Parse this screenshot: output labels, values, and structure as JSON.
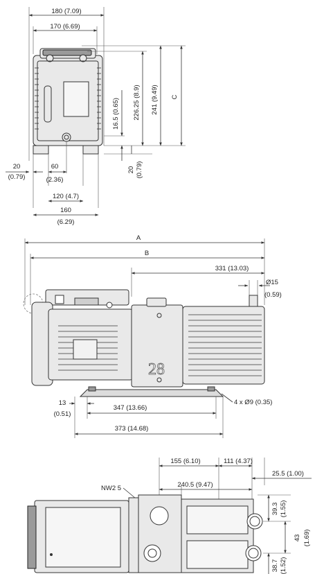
{
  "front_view": {
    "dim_180": "180 (7.09)",
    "dim_170": "170 (6.69)",
    "dim_C": "C",
    "dim_241": "241 (9.49)",
    "dim_226": "226.25 (8.9)",
    "dim_16": "16.5 (0.65)",
    "dim_20_left_a": "20",
    "dim_20_left_b": "(0.79)",
    "dim_60_a": "60",
    "dim_60_b": "(2.36)",
    "dim_20_right_a": "20",
    "dim_20_right_b": "(0.79)",
    "dim_120": "120 (4.7)",
    "dim_160_a": "160",
    "dim_160_b": "(6.29)"
  },
  "side_view": {
    "dim_A": "A",
    "dim_B": "B",
    "dim_331": "331 (13.03)",
    "dim_phi15_a": "Ø15",
    "dim_phi15_b": "(0.59)",
    "model_number": "28",
    "dim_13_a": "13",
    "dim_13_b": "(0.51)",
    "dim_347": "347 (13.66)",
    "dim_holes": "4 x Ø9 (0.35)",
    "dim_373": "373 (14.68)"
  },
  "top_view": {
    "dim_155": "155 (6.10)",
    "dim_111": "111 (4.37)",
    "dim_25": "25.5 (1.00)",
    "label_nw25": "NW2 5",
    "dim_240": "240.5 (9.47)",
    "dim_39_a": "39.3",
    "dim_39_b": "(1.55)",
    "dim_43_a": "43",
    "dim_43_b": "(1.69)",
    "dim_38_a": "38.7",
    "dim_38_b": "(1.52)"
  }
}
